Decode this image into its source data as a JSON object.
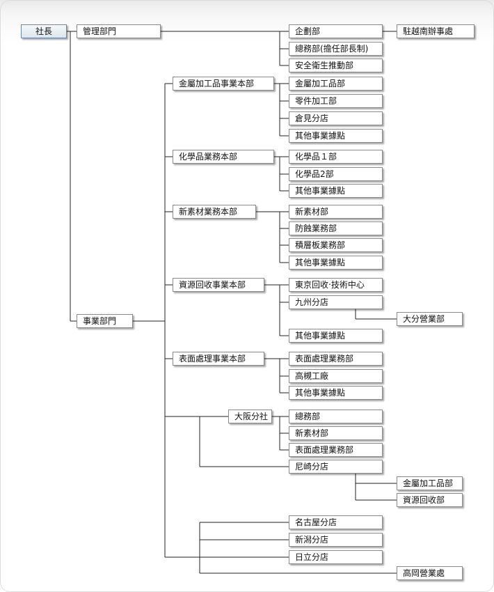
{
  "org_chart": {
    "president": "社長",
    "admin": {
      "label": "管理部門",
      "planning": "企劃部",
      "planning_child": "駐越南辦事處",
      "general_affairs": "總務部(擔任部長制)",
      "safety": "安全衛生推動部"
    },
    "business": {
      "label": "事業部門",
      "metal": {
        "label": "金屬加工品事業本部",
        "items": [
          "金屬加工品部",
          "零件加工部",
          "倉見分店",
          "其他事業據點"
        ]
      },
      "chemical": {
        "label": "化學品業務本部",
        "items": [
          "化學品１部",
          "化學品2部",
          "其他事業據點"
        ]
      },
      "materials": {
        "label": "新素材業務本部",
        "items": [
          "新素材部",
          "防蝕業務部",
          "積層板業務部",
          "其他事業據點"
        ]
      },
      "recycling": {
        "label": "資源回收事業本部",
        "items": [
          "東京回收‧技術中心",
          "九州分店",
          "其他事業據點"
        ],
        "kyushu_child": "大分營業部"
      },
      "surface": {
        "label": "表面處理事業本部",
        "items": [
          "表面處理業務部",
          "高槻工廠",
          "其他事業據點"
        ]
      },
      "osaka": {
        "label": "大阪分社",
        "items": [
          "總務部",
          "新素材部",
          "表面處理業務部"
        ],
        "amagasaki": "尼崎分店",
        "amagasaki_children": [
          "金屬加工品部",
          "資源回收部"
        ]
      },
      "branches": [
        "名古屋分店",
        "新潟分店",
        "日立分店"
      ],
      "takaoka": "高岡營業處"
    }
  }
}
